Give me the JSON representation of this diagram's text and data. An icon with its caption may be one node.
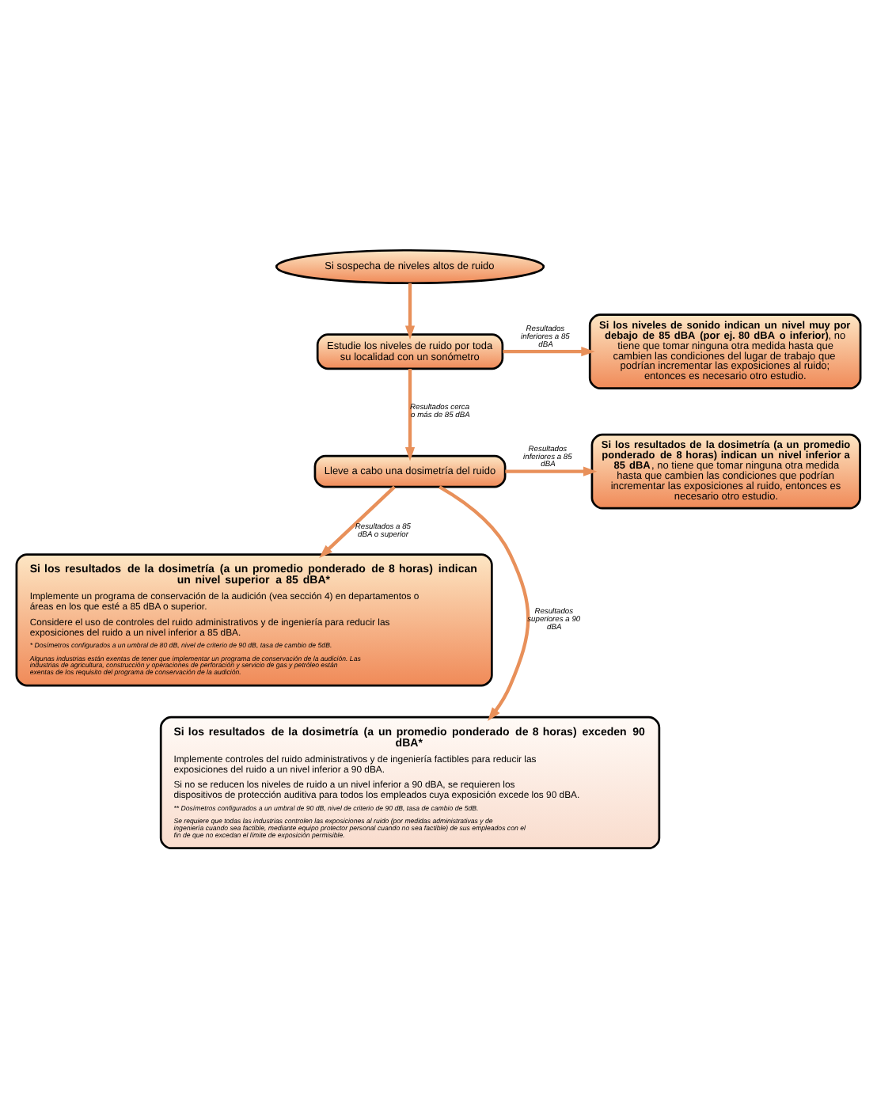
{
  "diagram": {
    "nodes": [
      {
        "text": [
          "Si sospecha de niveles altos de ruido"
        ]
      },
      {
        "text": [
          "Estudie los niveles de ruido por toda su localidad con un sonómetro"
        ]
      },
      {
        "text": [
          "**Si los niveles de sonido indican un nivel muy por debajo de 85 dBA (por ej. 80 dBA o inferior)**, no tiene que tomar ninguna otra medida hasta que cambien las condiciones del lugar de trabajo que podrían incrementar las exposiciones al ruido; entonces es necesario otro estudio."
        ]
      },
      {
        "text": [
          "Lleve a cabo una dosimetría del ruido"
        ]
      },
      {
        "text": [
          "**Si los resultados de la dosimetría (a un promedio ponderado de 8 horas) indican un nivel inferior a 85 dBA**, no tiene que tomar ninguna otra medida hasta que cambien las condiciones que podrían incrementar las exposiciones al ruido, entonces es necesario otro estudio."
        ]
      },
      {
        "text": [
          "Si los resultados de la dosimetría (a un promedio ponderado de 8 horas) indican un nivel superior a 85 dBA*",
          "Implemente un programa de conservación de la audición (vea sección 4) en departamentos o áreas en los que esté a 85 dBA o superior.",
          "Considere el uso de controles del ruido administrativos y de ingeniería para reducir las exposiciones del ruido a un nivel inferior a 85 dBA.",
          "* Dosímetros configurados a un umbral de 80 dB, nivel de criterio de 90 dB, tasa de cambio de 5dB.",
          "Algunas industrias están exentas de tener que implementar un programa de conservación de la audición. Las industrias de agricultura, construcción y operaciones de perforación y servicio de gas y petróleo están exentas de los requisito del programa de conservación de la audición."
        ]
      },
      {
        "text": [
          "Si los resultados de la dosimetría (a un promedio ponderado de 8 horas) exceden 90 dBA*",
          "Implemente controles del ruido administrativos y de ingeniería factibles para reducir las exposiciones del ruido a un nivel inferior a 90 dBA.",
          "Si no se reducen los niveles de ruido a un nivel inferior a 90 dBA, se requieren los dispositivos de protección auditiva para todos los empleados cuya exposición excede los 90 dBA.",
          "** Dosímetros configurados a un umbral de 90 dB, nivel de criterio de 90 dB, tasa de cambio de 5dB.",
          "Se requiere que todas las industrias controlen las exposiciones al ruido (por medidas administrativas y de ingeniería cuando sea factible, mediante equipo protector personal cuando no sea factible) de sus empleados con el fin de que no excedan el límite de exposición permisible."
        ]
      }
    ],
    "edges": [
      {
        "from": 0,
        "to": 1,
        "arrow": "to"
      },
      {
        "from": 1,
        "to": 2,
        "arrow": "to",
        "label": "Resultados inferiores a 85 dBA"
      },
      {
        "from": 1,
        "to": 3,
        "arrow": "to",
        "label": "Resultados cerca o más de 85 dBA"
      },
      {
        "from": 3,
        "to": 4,
        "arrow": "to",
        "label": "Resultados inferiores a 85 dBA"
      },
      {
        "from": 3,
        "to": 5,
        "arrow": "to",
        "label": "Resultados a 85 dBA o superior"
      },
      {
        "from": 3,
        "to": 6,
        "arrow": "to",
        "label": "Resultados superiores a 90 dBA"
      }
    ]
  }
}
